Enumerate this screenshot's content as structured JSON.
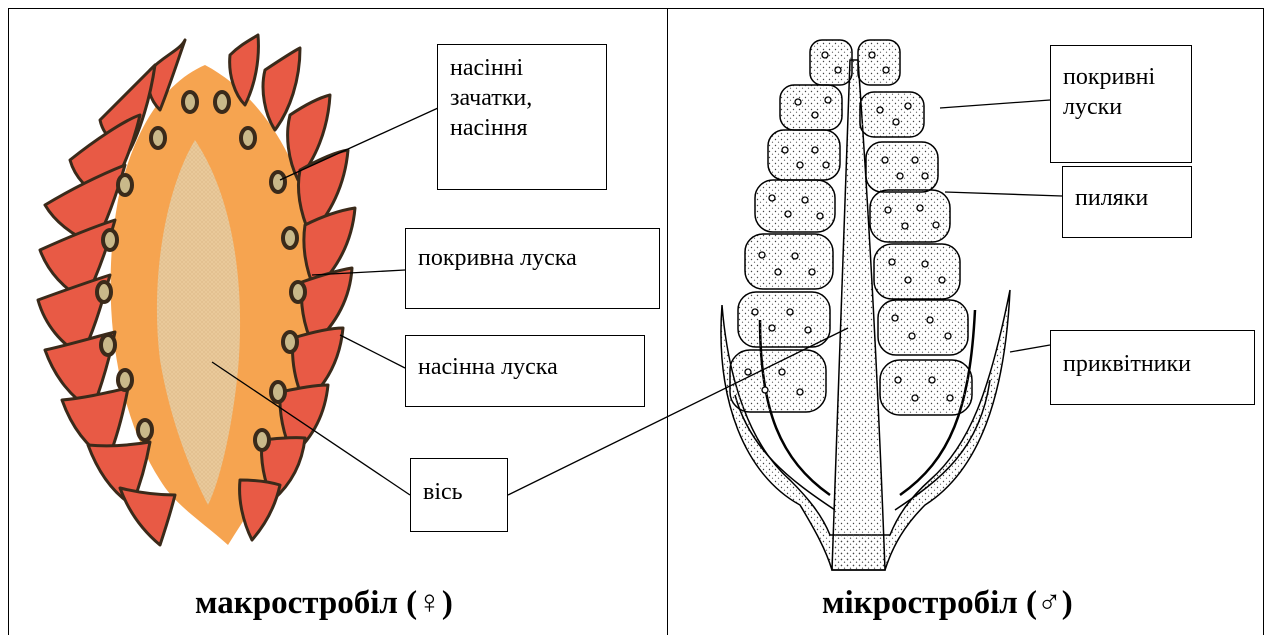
{
  "left": {
    "caption": "макростробіл (♀)",
    "labels": {
      "ovules": "насінні\nзачатки,\nнасіння",
      "bract_scale": "покривна луска",
      "seed_scale": "насінна луска",
      "axis": "вісь"
    }
  },
  "right": {
    "caption": "мікростробіл  (♂)",
    "labels": {
      "bract_scales": "покривні\nлуски",
      "anthers": "пиляки",
      "bracts": "приквітники"
    }
  },
  "colors": {
    "scale_red": "#e85a45",
    "core_orange": "#f6a450",
    "axis_tan": "#e8c394",
    "ovule_olive": "#c9b98a",
    "outline": "#3a2a1a"
  }
}
